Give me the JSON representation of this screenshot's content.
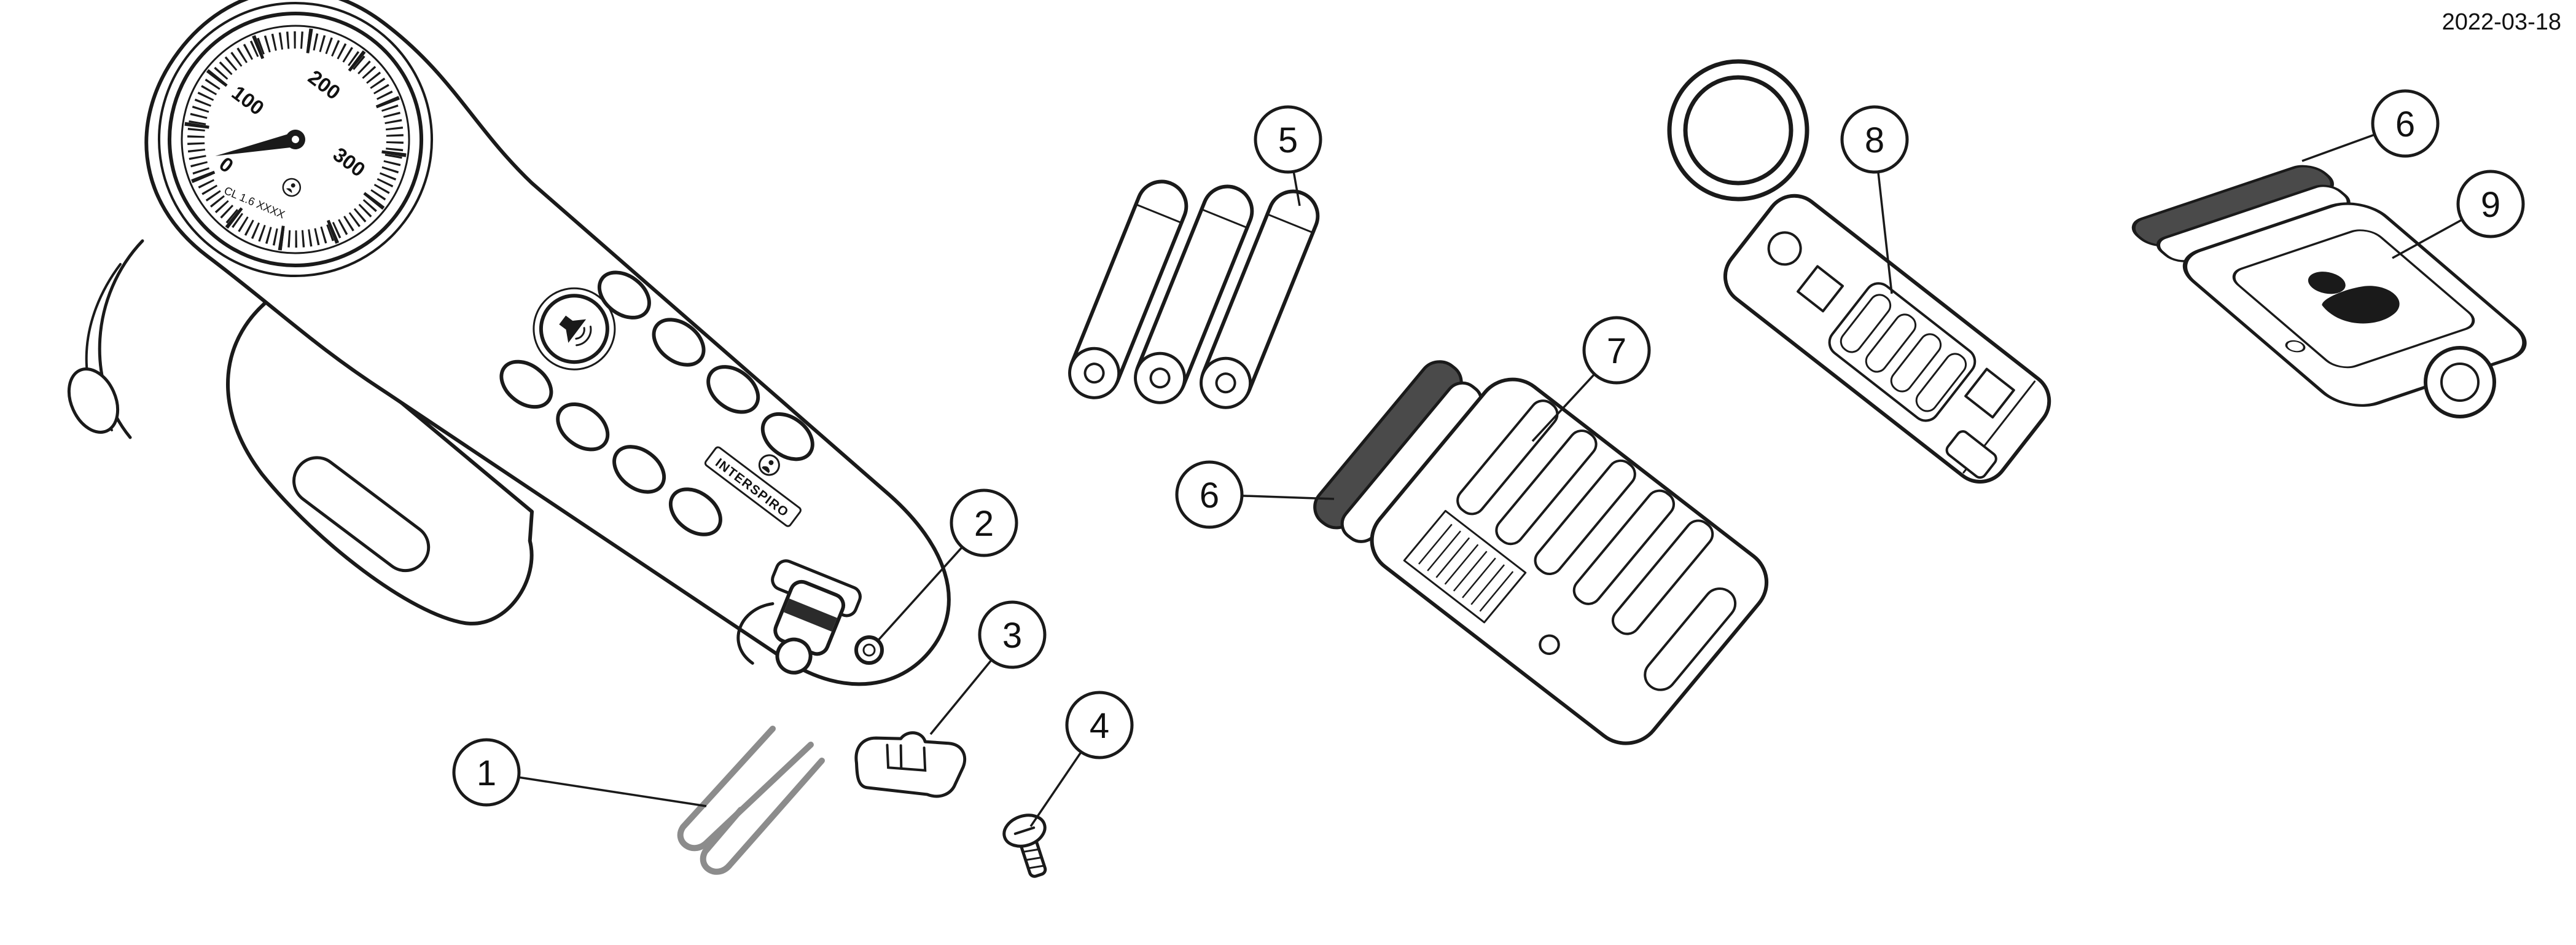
{
  "header": {
    "date": "2022-03-18"
  },
  "device": {
    "brand": "INTERSPIRO",
    "dial_labels": [
      "0",
      "100",
      "200",
      "300"
    ],
    "dial_text": "CL 1.6 XXXX"
  },
  "callouts": [
    {
      "label": "1"
    },
    {
      "label": "2"
    },
    {
      "label": "3"
    },
    {
      "label": "4"
    },
    {
      "label": "5"
    },
    {
      "label": "6"
    },
    {
      "label": "7"
    },
    {
      "label": "8"
    },
    {
      "label": "6"
    },
    {
      "label": "9"
    }
  ],
  "colors": {
    "line": "#1a1a1a",
    "seal": "#4a4a4a",
    "wire": "#8c8c8c",
    "background": "#ffffff"
  }
}
